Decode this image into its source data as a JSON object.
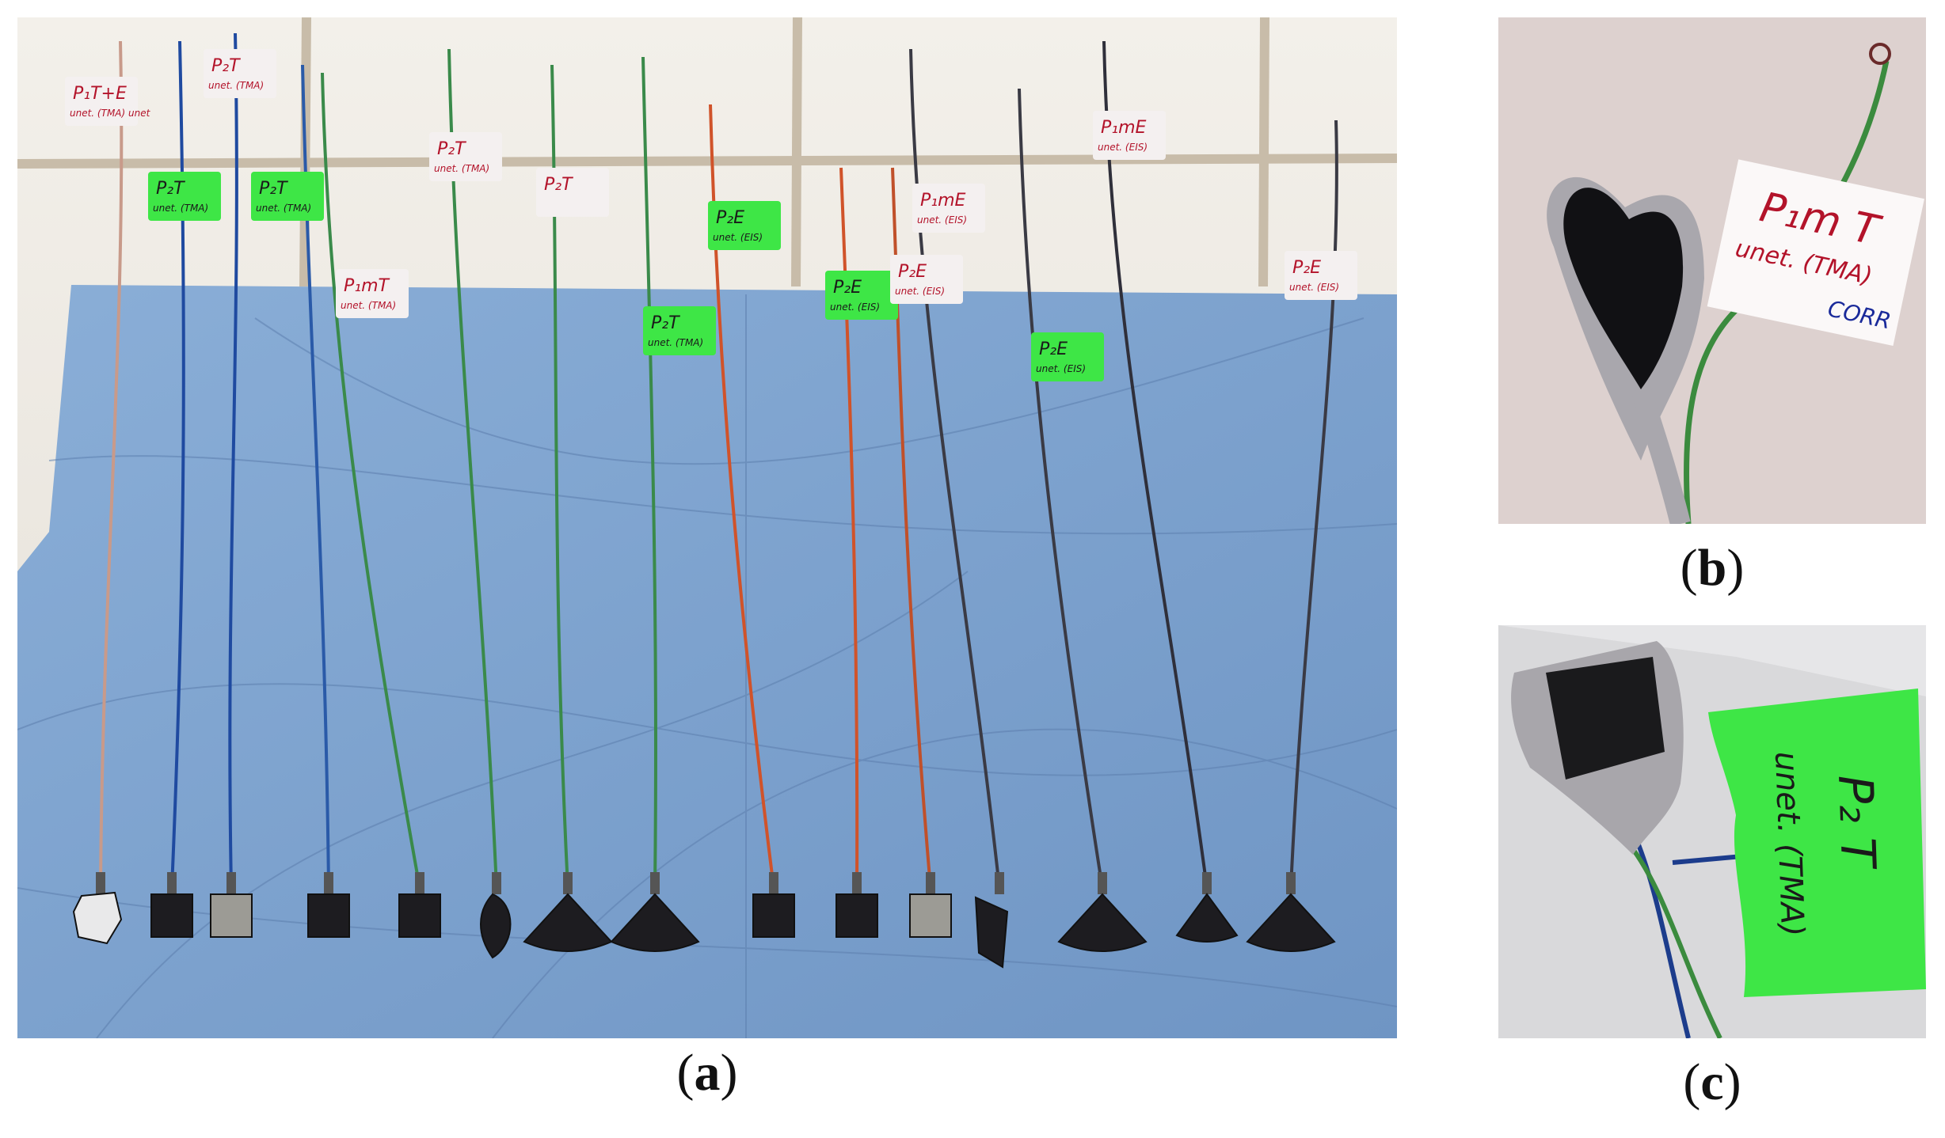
{
  "captions": {
    "a": "a",
    "b": "b",
    "c": "c"
  },
  "panel_a": {
    "tags": [
      {
        "text": "P₁T+E",
        "sub": "unet. (TMA) unet",
        "color": "#f4f0f0"
      },
      {
        "text": "P₂T",
        "sub": "unet. (TMA)",
        "color": "#f4f0f0"
      },
      {
        "text": "P₂T",
        "sub": "unet. (TMA)",
        "color": "#3ee646"
      },
      {
        "text": "P₂T",
        "sub": "unet. (TMA)",
        "color": "#3ee646"
      },
      {
        "text": "P₁mT",
        "sub": "unet. (TMA)",
        "color": "#f4f0f0"
      },
      {
        "text": "P₂T",
        "sub": "unet. (TMA)",
        "color": "#f4f0f0"
      },
      {
        "text": "P₂T",
        "sub": "",
        "color": "#f4f0f0"
      },
      {
        "text": "P₂T",
        "sub": "unet. (TMA)",
        "color": "#3ee646"
      },
      {
        "text": "P₂E",
        "sub": "unet. (EIS)",
        "color": "#3ee646"
      },
      {
        "text": "P₂E",
        "sub": "unet. (EIS)",
        "color": "#3ee646"
      },
      {
        "text": "P₂E",
        "sub": "unet. (EIS)",
        "color": "#f4f0f0"
      },
      {
        "text": "P₁mE",
        "sub": "unet. (EIS)",
        "color": "#f4f0f0"
      },
      {
        "text": "P₂E",
        "sub": "unet. (EIS)",
        "color": "#3ee646"
      },
      {
        "text": "P₁mE",
        "sub": "unet. (EIS)",
        "color": "#f4f0f0"
      },
      {
        "text": "P₂E",
        "sub": "unet. (EIS)",
        "color": "#f4f0f0"
      }
    ]
  },
  "panel_b": {
    "tag_line1": "P₁m T",
    "tag_line2": "unet. (TMA)",
    "tag_line3": "CORR"
  },
  "panel_c": {
    "tag_line1": "P₂ T",
    "tag_line2": "unet. (TMA)"
  },
  "colors": {
    "tile": "#ece8e2",
    "grout": "#c9bfb0",
    "cloth": "#7fa3cf",
    "green_tag": "#3ee646"
  }
}
